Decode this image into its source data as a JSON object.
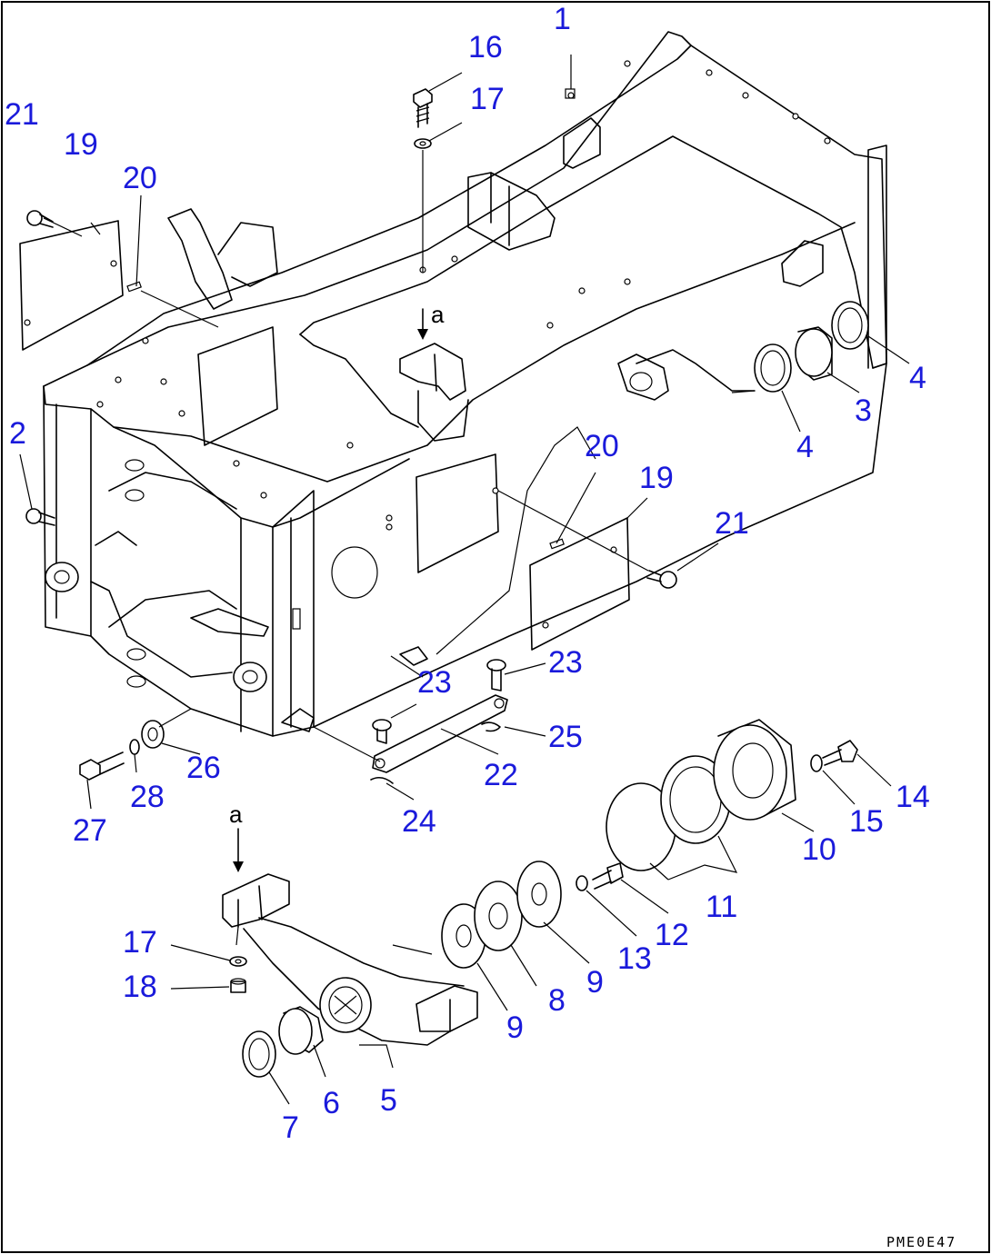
{
  "callouts": [
    {
      "id": "c1",
      "text": "1"
    },
    {
      "id": "c16",
      "text": "16"
    },
    {
      "id": "c17a",
      "text": "17"
    },
    {
      "id": "c21a",
      "text": "21"
    },
    {
      "id": "c19a",
      "text": "19"
    },
    {
      "id": "c20a",
      "text": "20"
    },
    {
      "id": "c2",
      "text": "2"
    },
    {
      "id": "c4a",
      "text": "4"
    },
    {
      "id": "c3",
      "text": "3"
    },
    {
      "id": "c4b",
      "text": "4"
    },
    {
      "id": "c20b",
      "text": "20"
    },
    {
      "id": "c19b",
      "text": "19"
    },
    {
      "id": "c21b",
      "text": "21"
    },
    {
      "id": "c23a",
      "text": "23"
    },
    {
      "id": "c23b",
      "text": "23"
    },
    {
      "id": "c25",
      "text": "25"
    },
    {
      "id": "c22",
      "text": "22"
    },
    {
      "id": "c26",
      "text": "26"
    },
    {
      "id": "c28",
      "text": "28"
    },
    {
      "id": "c27",
      "text": "27"
    },
    {
      "id": "c24",
      "text": "24"
    },
    {
      "id": "c14",
      "text": "14"
    },
    {
      "id": "c15",
      "text": "15"
    },
    {
      "id": "c10",
      "text": "10"
    },
    {
      "id": "c11",
      "text": "11"
    },
    {
      "id": "c12",
      "text": "12"
    },
    {
      "id": "c13",
      "text": "13"
    },
    {
      "id": "c9a",
      "text": "9"
    },
    {
      "id": "c8",
      "text": "8"
    },
    {
      "id": "c9b",
      "text": "9"
    },
    {
      "id": "c17b",
      "text": "17"
    },
    {
      "id": "c18",
      "text": "18"
    },
    {
      "id": "c5",
      "text": "5"
    },
    {
      "id": "c6",
      "text": "6"
    },
    {
      "id": "c7",
      "text": "7"
    }
  ],
  "markers": {
    "view_a_top": "a",
    "view_a_bottom": "a"
  },
  "reference_code": "PME0E47",
  "colors": {
    "callout": "#1a1adb",
    "line": "#000000",
    "background": "#ffffff"
  }
}
